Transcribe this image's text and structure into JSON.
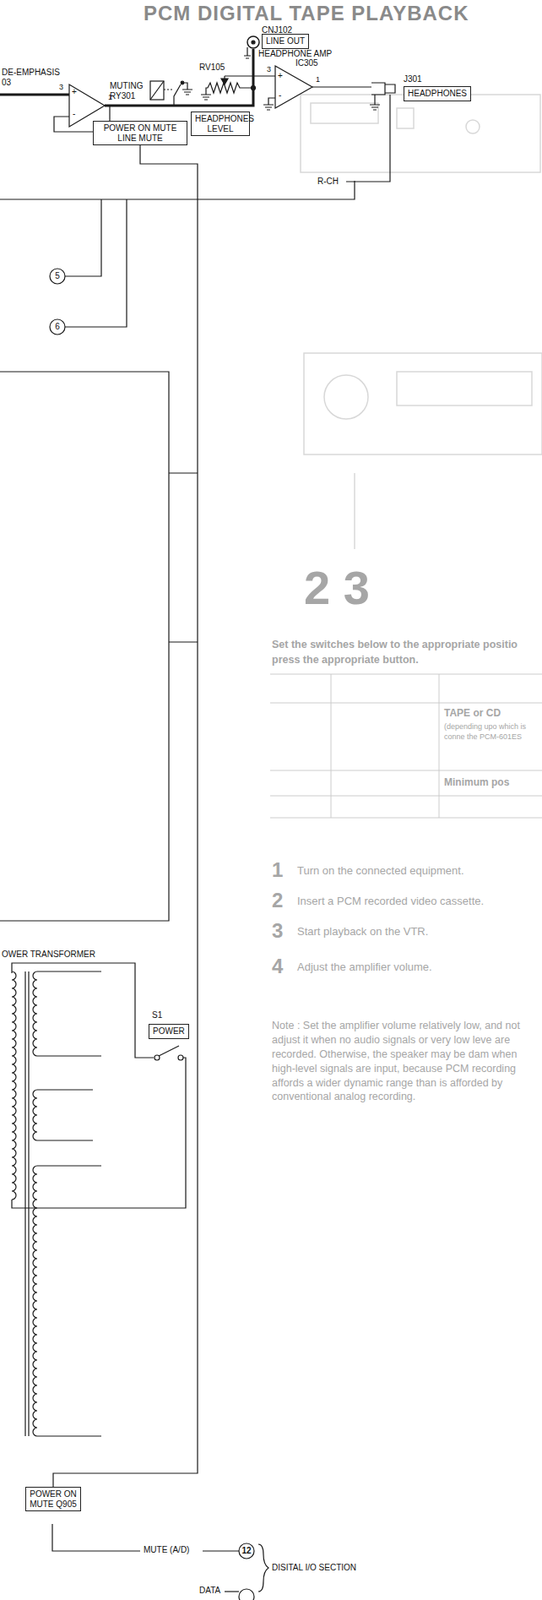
{
  "diagram": {
    "title": "PCM DIGITAL TAPE PLAYBACK",
    "nodes": [
      {
        "text": [
          "LINE OUT"
        ]
      },
      {
        "text": [
          "HEADPHONES LEVEL"
        ]
      },
      {
        "text": [
          "HEADPHONES"
        ]
      },
      {
        "text": [
          "POWER ON MUTE LINE MUTE"
        ]
      },
      {
        "text": [
          "POWER"
        ]
      },
      {
        "text": [
          "POWER ON MUTE Q905"
        ]
      }
    ],
    "edges": [
      {
        "from": 5,
        "to": 3,
        "arrow": "none"
      }
    ],
    "labels": [
      "DE-EMPHASIS",
      "03",
      "CNJ102",
      "HEADPHONE AMP",
      "IC305",
      "MUTING",
      "RY301",
      "RV105",
      "J301",
      "3",
      "1",
      "+",
      "-",
      "3",
      "1",
      "+",
      "-",
      "R-CH",
      "5",
      "6",
      "OWER TRANSFORMER",
      "S1",
      "MUTE (A/D)",
      "12",
      "DISITAL I/O SECTION",
      "DATA",
      "2 3",
      "Set the switches below to the appropriate positio",
      "press the appropriate button.",
      "TAPE or CD",
      "(depending upo which is conne the PCM-601ES",
      "Minimum pos",
      "1",
      "Turn on the connected equipment.",
      "2",
      "Insert a PCM recorded video cassette.",
      "3",
      "Start playback on the VTR.",
      "4",
      "Adjust the amplifier volume.",
      "Note : Set the amplifier volume relatively low, and not adjust it when no audio signals or very low leve are recorded. Otherwise, the speaker may be dam when high-level signals are input, because PCM recording affords a wider dynamic range than is afforded by conventional analog recording."
    ]
  }
}
